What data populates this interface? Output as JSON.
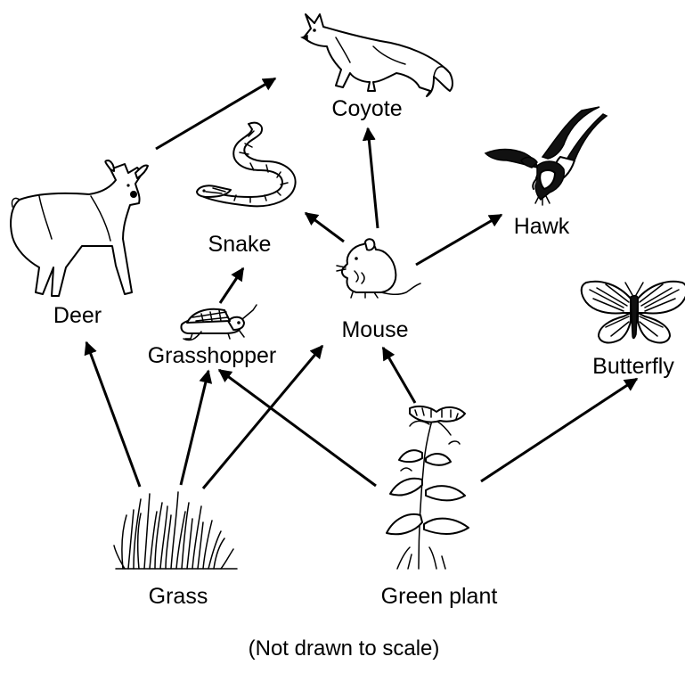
{
  "organisms": {
    "coyote": "Coyote",
    "hawk": "Hawk",
    "snake": "Snake",
    "deer": "Deer",
    "mouse": "Mouse",
    "grasshopper": "Grasshopper",
    "butterfly": "Butterfly",
    "grass": "Grass",
    "green_plant": "Green plant"
  },
  "note": "(Not drawn to scale)",
  "feeding_links": [
    {
      "from": "Grass",
      "to": "Deer"
    },
    {
      "from": "Grass",
      "to": "Grasshopper"
    },
    {
      "from": "Grass",
      "to": "Mouse"
    },
    {
      "from": "Green plant",
      "to": "Grasshopper"
    },
    {
      "from": "Green plant",
      "to": "Mouse"
    },
    {
      "from": "Green plant",
      "to": "Butterfly"
    },
    {
      "from": "Grasshopper",
      "to": "Snake"
    },
    {
      "from": "Mouse",
      "to": "Snake"
    },
    {
      "from": "Mouse",
      "to": "Coyote"
    },
    {
      "from": "Mouse",
      "to": "Hawk"
    },
    {
      "from": "Deer",
      "to": "Coyote"
    }
  ]
}
